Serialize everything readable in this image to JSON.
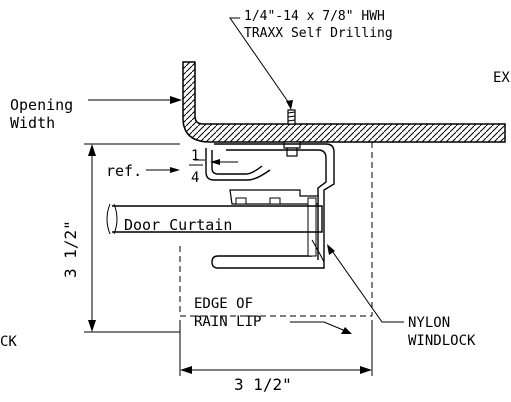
{
  "labels": {
    "fastener_line1": "1/4\"-14 x 7/8\" HWH",
    "fastener_line2": "TRAXX Self Drilling",
    "opening_line1": "Opening",
    "opening_line2": "Width",
    "ref": "ref.",
    "frac_num": "1",
    "frac_den": "4",
    "door_curtain": "Door Curtain",
    "vertical_dim": "3 1/2\"",
    "edge_line1": "EDGE OF",
    "edge_line2": "RAIN LIP",
    "nylon_line1": "NYLON",
    "nylon_line2": "WINDLOCK",
    "horizontal_dim": "3 1/2\"",
    "left_edge_fragment": "CK",
    "right_edge_fragment": "EX"
  }
}
